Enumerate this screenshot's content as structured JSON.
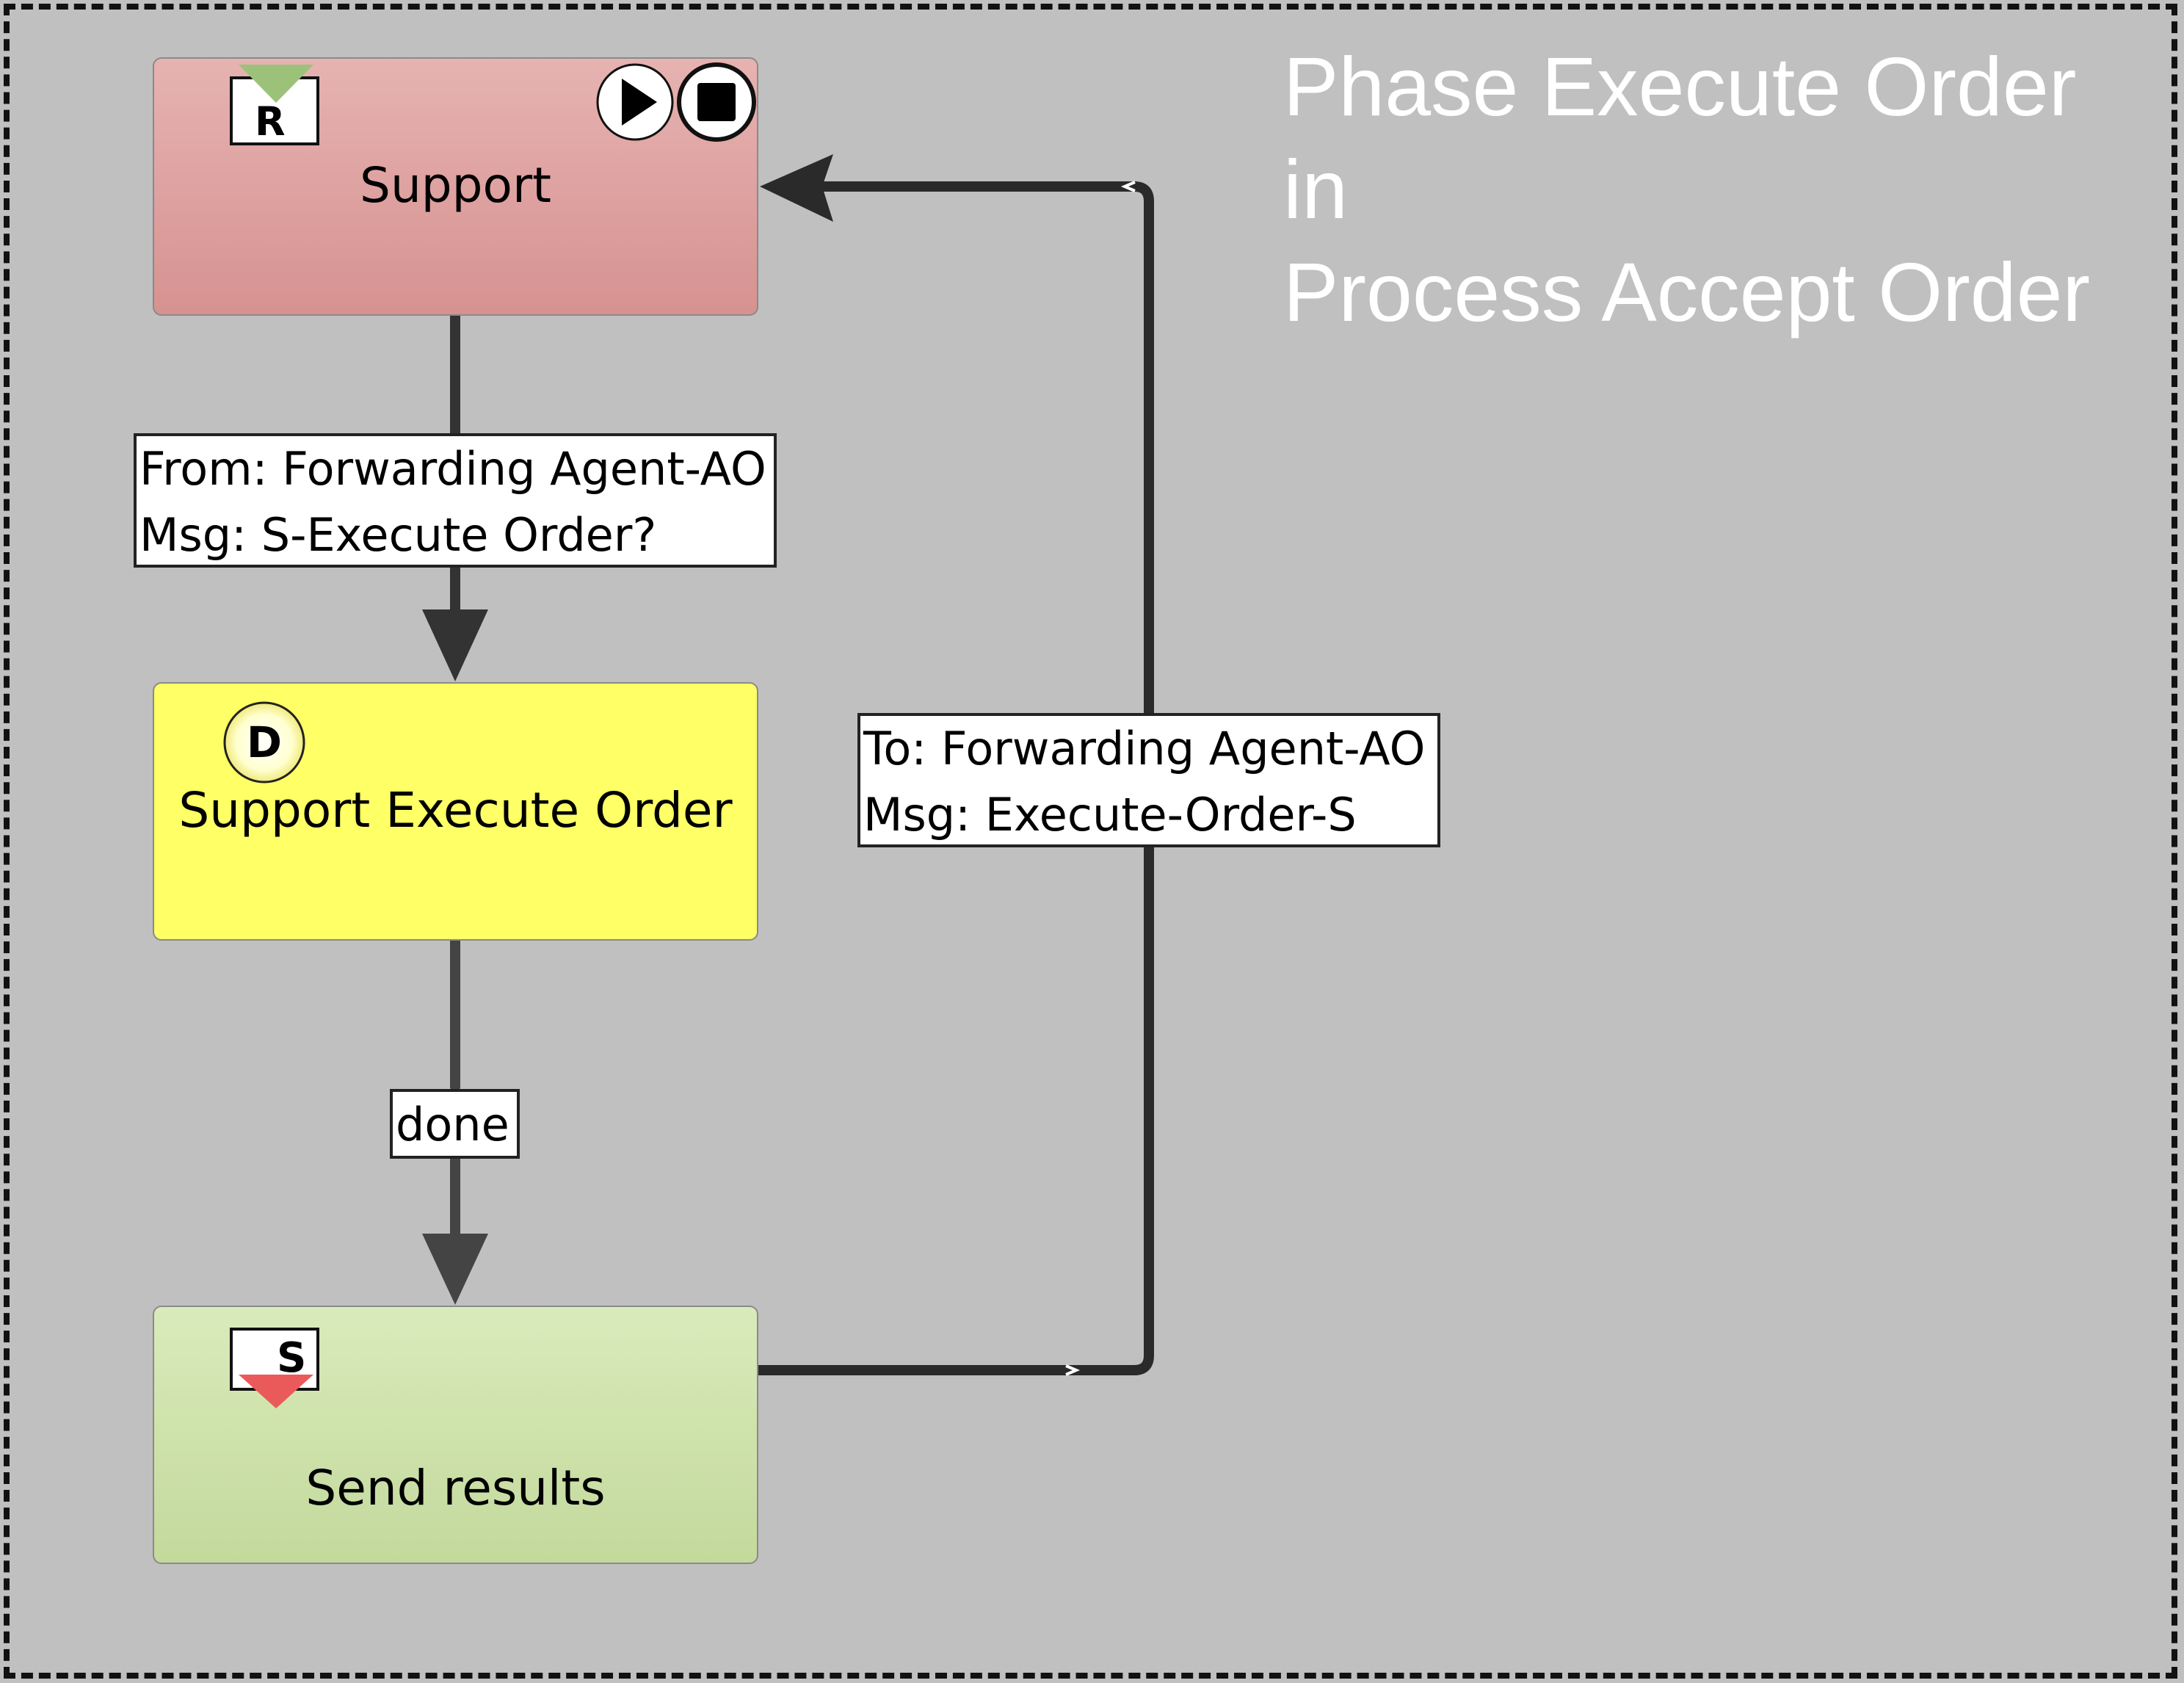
{
  "title": {
    "line1": "Phase Execute Order",
    "line2": "in",
    "line3": "Process Accept Order"
  },
  "nodes": {
    "support": {
      "label": "Support",
      "badge": "R"
    },
    "decision": {
      "label": "Support Execute Order",
      "badge": "D"
    },
    "send": {
      "label": "Send results",
      "badge": "S"
    }
  },
  "edges": {
    "receive": {
      "line1": "From: Forwarding Agent-AO",
      "line2": "Msg: S-Execute Order?"
    },
    "done": {
      "label": "done"
    },
    "send": {
      "line1": "To: Forwarding Agent-AO",
      "line2": "Msg: Execute-Order-S"
    }
  },
  "icons": {
    "receive": "envelope-receive-icon",
    "start": "play-icon",
    "stop": "stop-icon",
    "decision": "decision-icon",
    "send": "envelope-send-icon"
  },
  "colors": {
    "background": "#c0c0c0",
    "support_fill": "#e0a4a3",
    "decision_fill": "#ffff66",
    "send_fill": "#cfe3ab",
    "receive_marker": "#9cc27a",
    "send_marker": "#ea5a5a"
  }
}
